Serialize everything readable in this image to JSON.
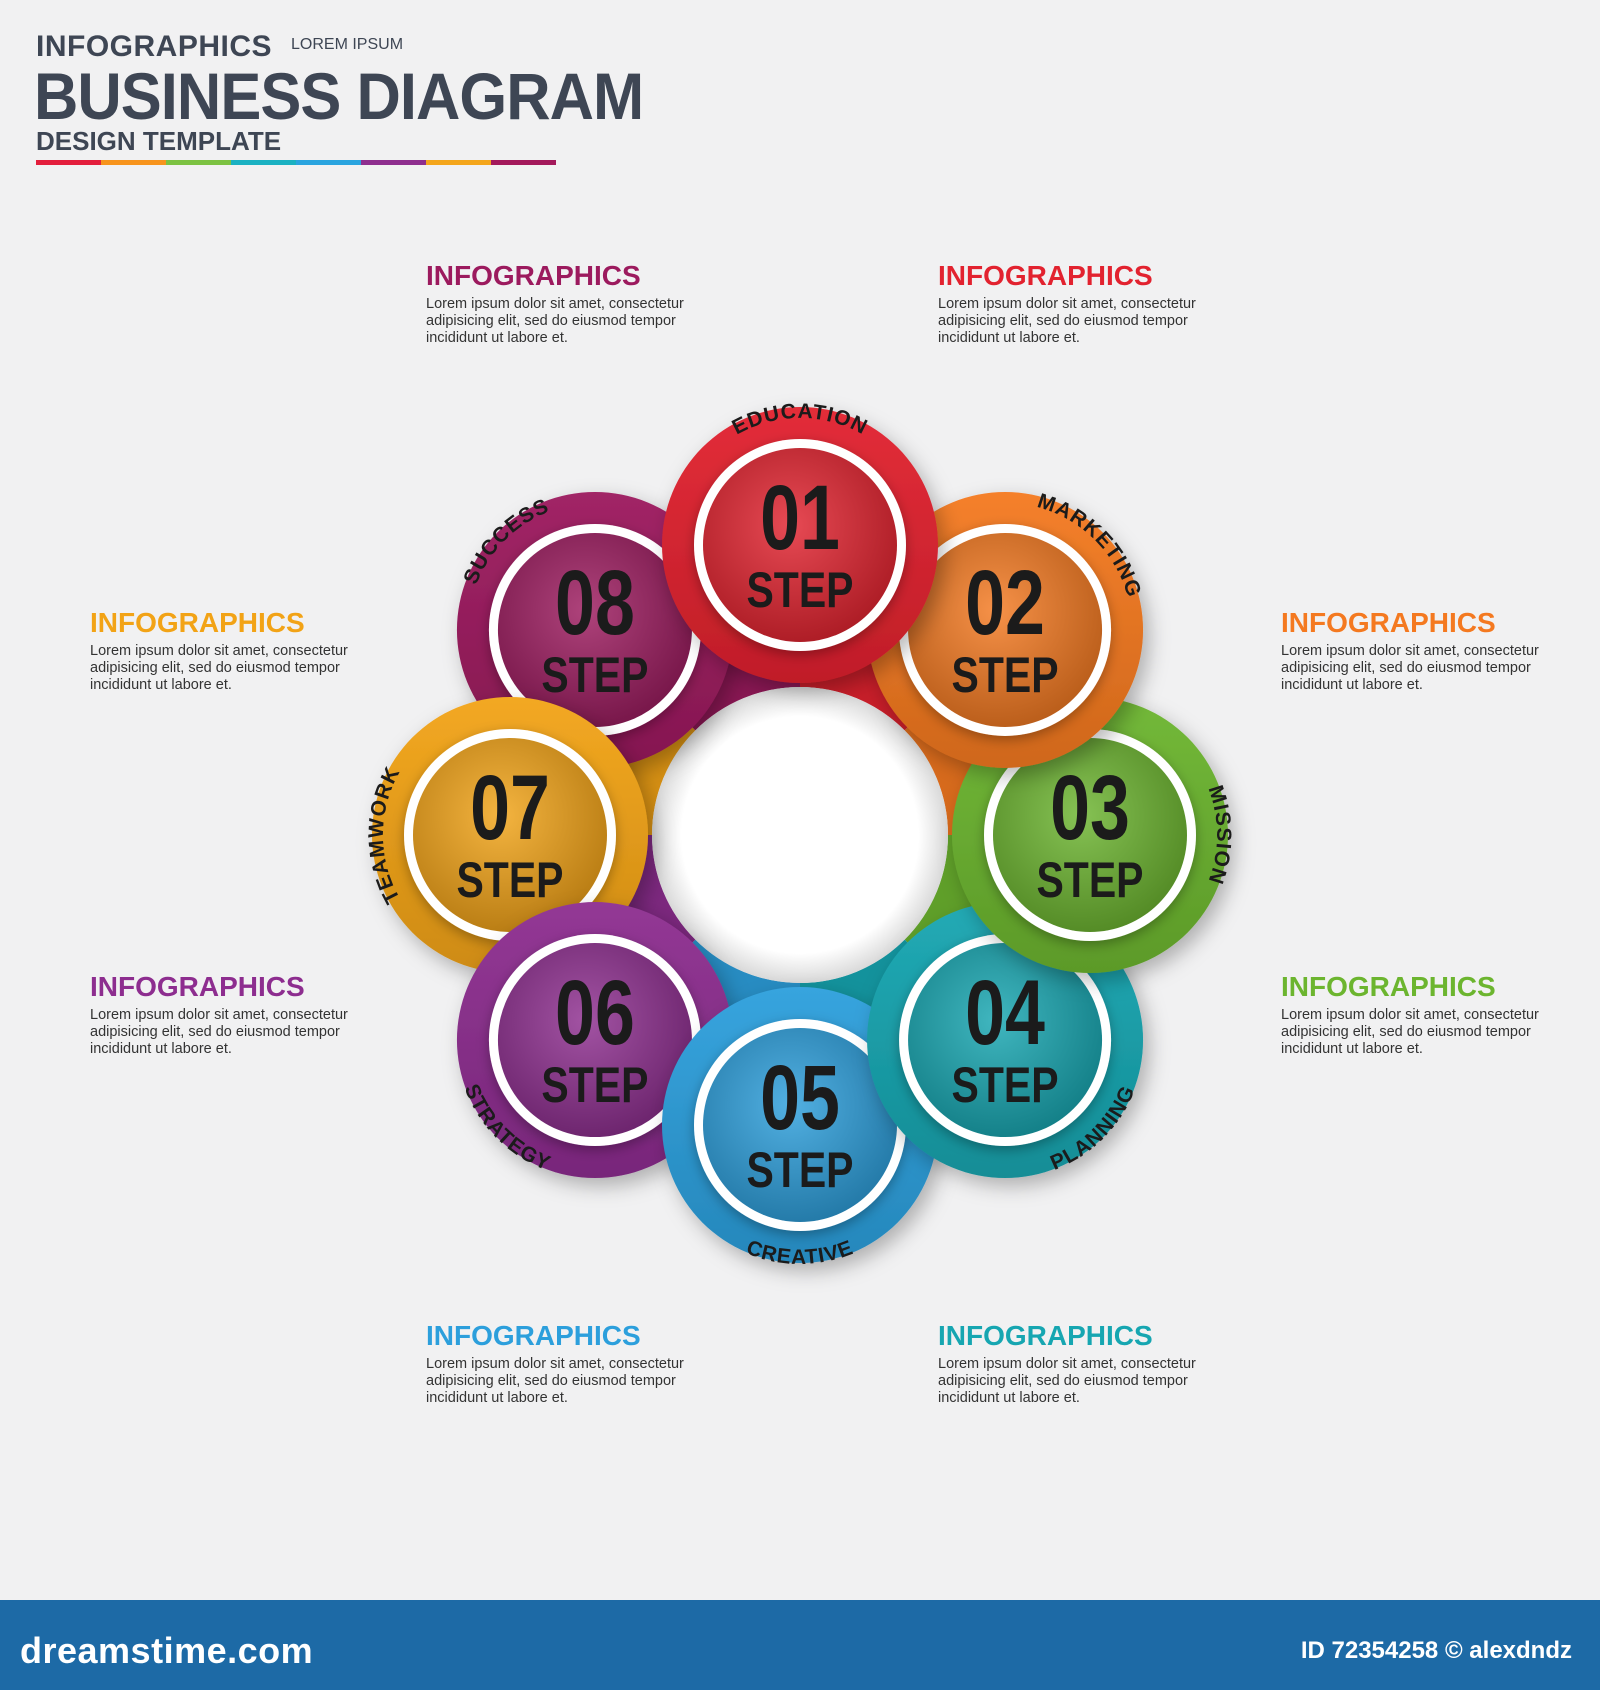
{
  "header": {
    "kicker": "INFOGRAPHICS",
    "kicker_note": "LOREM IPSUM",
    "title": "BUSINESS DIAGRAM",
    "subtitle": "DESIGN TEMPLATE",
    "bar_colors": [
      "#e31e3c",
      "#f7941d",
      "#7cc242",
      "#1bb1c2",
      "#2aa4df",
      "#8e2e8e",
      "#f4a61c",
      "#a3195b"
    ]
  },
  "steps": [
    {
      "number": "01",
      "word": "STEP",
      "label": "EDUCATION",
      "color": "#e2222f",
      "icon": "brain-icon"
    },
    {
      "number": "02",
      "word": "STEP",
      "label": "MARKETING",
      "color": "#f47920",
      "icon": "lightbulb-icon"
    },
    {
      "number": "03",
      "word": "STEP",
      "label": "MISSION",
      "color": "#6cb52f",
      "icon": "globe-icon"
    },
    {
      "number": "04",
      "word": "STEP",
      "label": "PLANNING",
      "color": "#16a6b1",
      "icon": "bar-chart-icon"
    },
    {
      "number": "05",
      "word": "STEP",
      "label": "CREATIVE",
      "color": "#2c9fdc",
      "icon": "phone-icon"
    },
    {
      "number": "06",
      "word": "STEP",
      "label": "STRATEGY",
      "color": "#8d2d8f",
      "icon": "credit-card-icon"
    },
    {
      "number": "07",
      "word": "STEP",
      "label": "TEAMWORK",
      "color": "#f2a316",
      "icon": "presenter-icon"
    },
    {
      "number": "08",
      "word": "STEP",
      "label": "SUCCESS",
      "color": "#9c1a5e",
      "icon": "dollar-icon"
    }
  ],
  "icons": {
    "dollar_glyph": "$"
  },
  "text_blocks": [
    {
      "title": "INFOGRAPHICS",
      "color": "#9c1a5e",
      "body": [
        "Lorem ipsum dolor sit amet, consectetur",
        "adipisicing elit, sed do eiusmod tempor",
        "incididunt ut labore et."
      ]
    },
    {
      "title": "INFOGRAPHICS",
      "color": "#e2222f",
      "body": [
        "Lorem ipsum dolor sit amet, consectetur",
        "adipisicing elit, sed do eiusmod tempor",
        "incididunt ut labore et."
      ]
    },
    {
      "title": "INFOGRAPHICS",
      "color": "#f47920",
      "body": [
        "Lorem ipsum dolor sit amet, consectetur",
        "adipisicing elit, sed do eiusmod tempor",
        "incididunt ut labore et."
      ]
    },
    {
      "title": "INFOGRAPHICS",
      "color": "#6cb52f",
      "body": [
        "Lorem ipsum dolor sit amet, consectetur",
        "adipisicing elit, sed do eiusmod tempor",
        "incididunt ut labore et."
      ]
    },
    {
      "title": "INFOGRAPHICS",
      "color": "#16a6b1",
      "body": [
        "Lorem ipsum dolor sit amet, consectetur",
        "adipisicing elit, sed do eiusmod tempor",
        "incididunt ut labore et."
      ]
    },
    {
      "title": "INFOGRAPHICS",
      "color": "#2c9fdc",
      "body": [
        "Lorem ipsum dolor sit amet, consectetur",
        "adipisicing elit, sed do eiusmod tempor",
        "incididunt ut labore et."
      ]
    },
    {
      "title": "INFOGRAPHICS",
      "color": "#8d2d8f",
      "body": [
        "Lorem ipsum dolor sit amet, consectetur",
        "adipisicing elit, sed do eiusmod tempor",
        "incididunt ut labore et."
      ]
    },
    {
      "title": "INFOGRAPHICS",
      "color": "#f2a316",
      "body": [
        "Lorem ipsum dolor sit amet, consectetur",
        "adipisicing elit, sed do eiusmod tempor",
        "incididunt ut labore et."
      ]
    }
  ],
  "footer": {
    "logo": "dreamstime.com",
    "id_text": "ID 72354258 © alexdndz"
  }
}
